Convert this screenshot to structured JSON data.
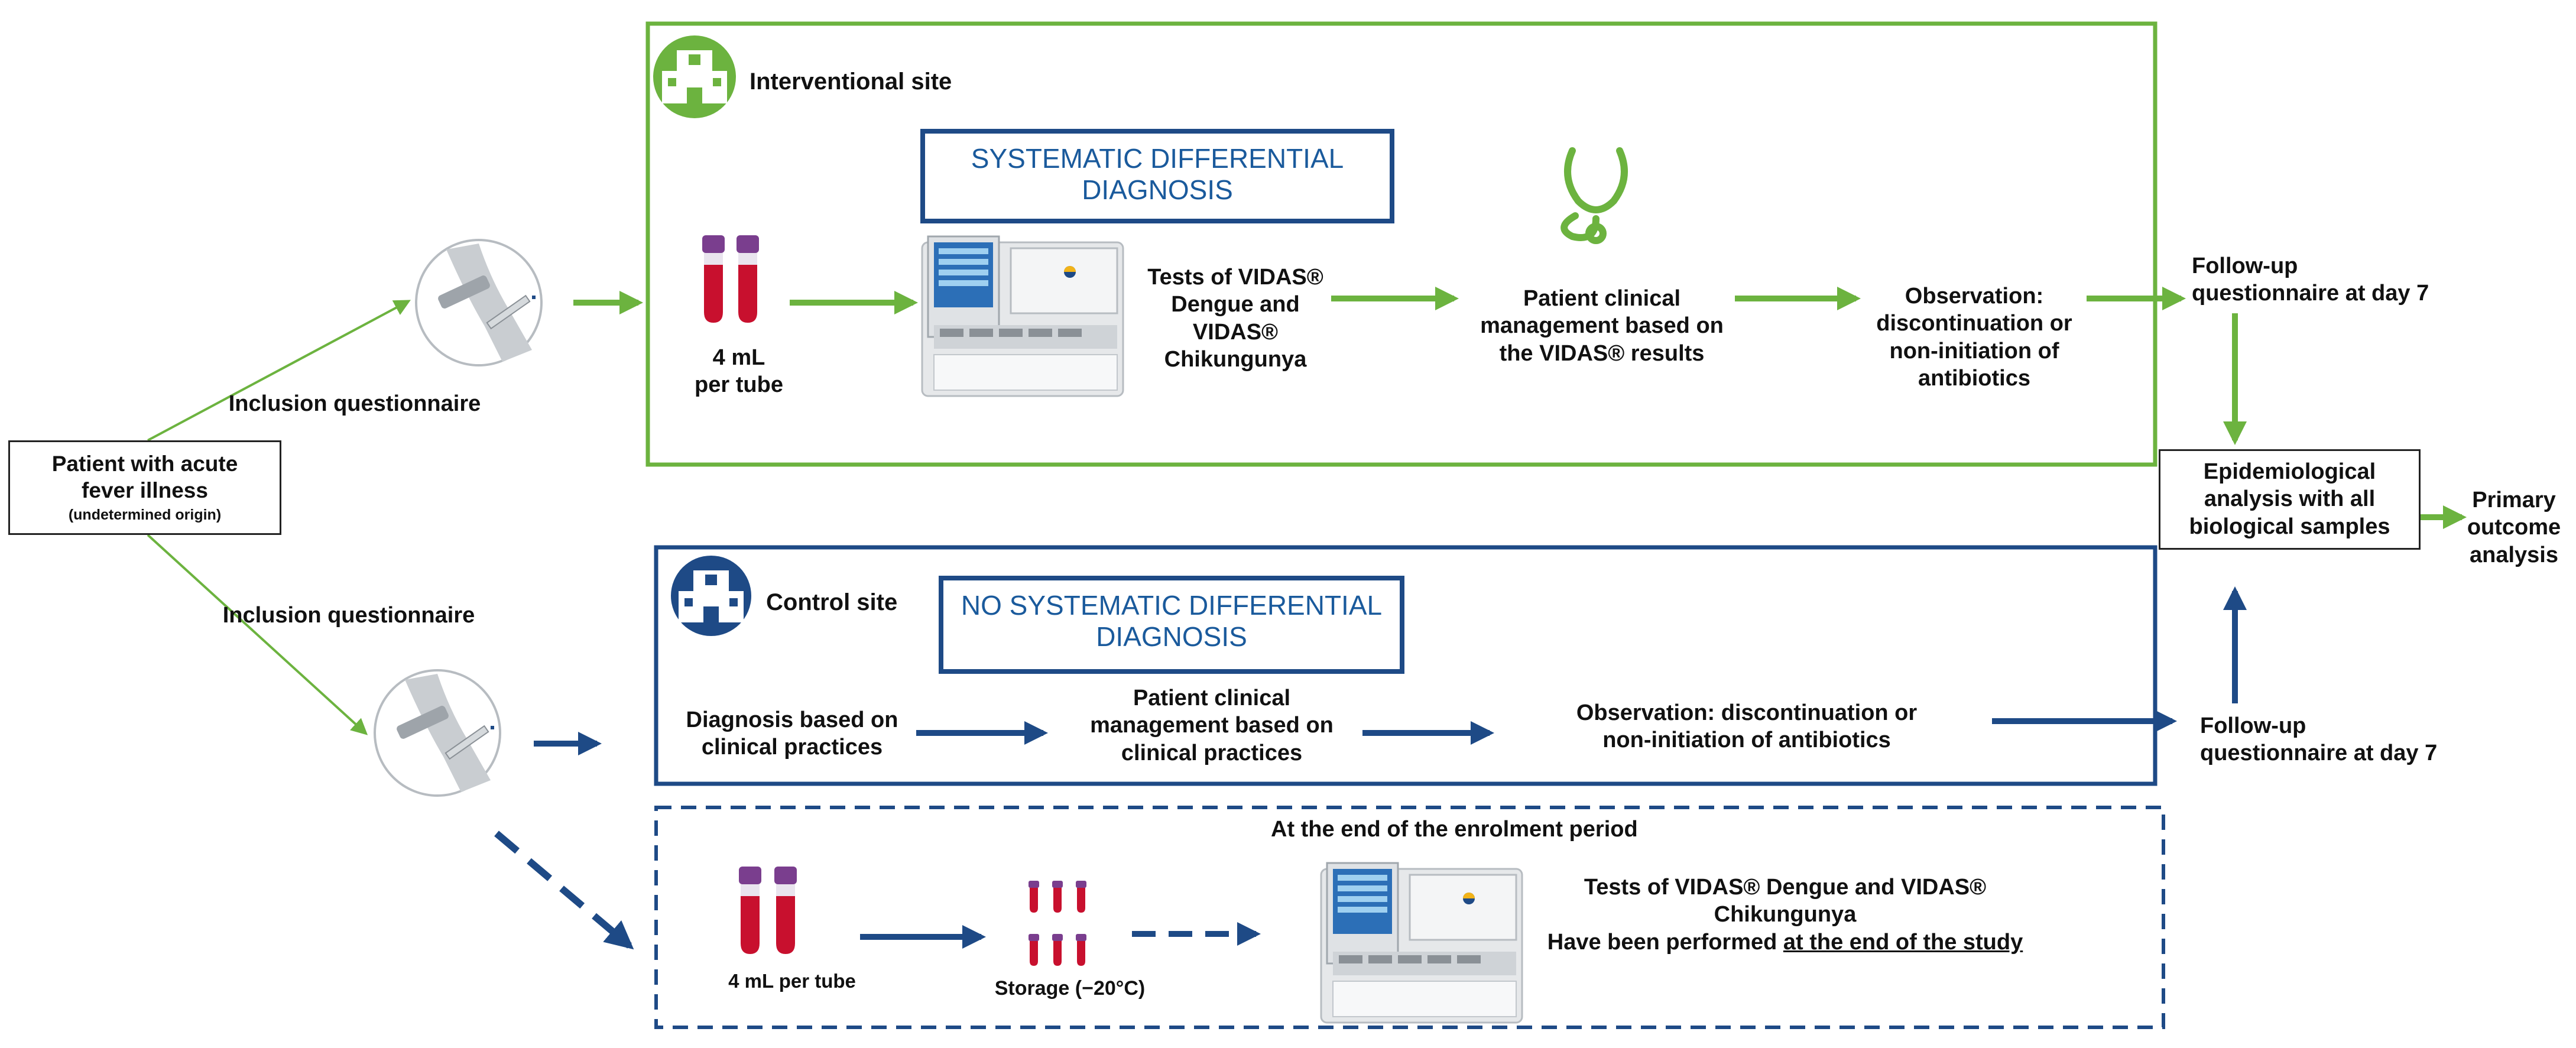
{
  "colors": {
    "green": "#6cb33f",
    "navy": "#1e4a86",
    "blood": "#c8102e",
    "cap": "#7a3e8e"
  },
  "patient": {
    "line1": "Patient with acute",
    "line2": "fever illness",
    "line3": "(undetermined origin)"
  },
  "inclusion_top": "Inclusion questionnaire",
  "inclusion_bottom": "Inclusion questionnaire",
  "interventional": {
    "title": "Interventional site",
    "box_line1": "SYSTEMATIC DIFFERENTIAL",
    "box_line2": "DIAGNOSIS",
    "tube_line1": "4 mL",
    "tube_line2": "per tube",
    "tests_line1": "Tests of VIDAS®",
    "tests_line2": "Dengue and",
    "tests_line3": "VIDAS®",
    "tests_line4": "Chikungunya",
    "mgmt_line1": "Patient clinical",
    "mgmt_line2": "management based on",
    "mgmt_line3": "the VIDAS® results",
    "obs_line1": "Observation:",
    "obs_line2": "discontinuation or",
    "obs_line3": "non-initiation of",
    "obs_line4": "antibiotics"
  },
  "followup_top_line1": "Follow-up",
  "followup_top_line2": "questionnaire at day 7",
  "followup_bottom_line1": "Follow-up",
  "followup_bottom_line2": "questionnaire at day 7",
  "epi_line1": "Epidemiological",
  "epi_line2": "analysis with all",
  "epi_line3": "biological samples",
  "primary_line1": "Primary",
  "primary_line2": "outcome",
  "primary_line3": "analysis",
  "control": {
    "title": "Control site",
    "box_line1": "NO SYSTEMATIC DIFFERENTIAL",
    "box_line2": "DIAGNOSIS",
    "diag_line1": "Diagnosis based on",
    "diag_line2": "clinical practices",
    "mgmt_line1": "Patient clinical",
    "mgmt_line2": "management based on",
    "mgmt_line3": "clinical practices",
    "obs_line1": "Observation: discontinuation or",
    "obs_line2": "non-initiation of antibiotics"
  },
  "enrolment": {
    "header": "At the end of the enrolment period",
    "tube_label": "4 mL per tube",
    "storage_label": "Storage (−20°C)",
    "tests_line1": "Tests of VIDAS® Dengue and VIDAS®",
    "tests_line2": "Chikungunya",
    "tests_line3a": "Have been performed ",
    "tests_line3b": "at the end of the study"
  }
}
